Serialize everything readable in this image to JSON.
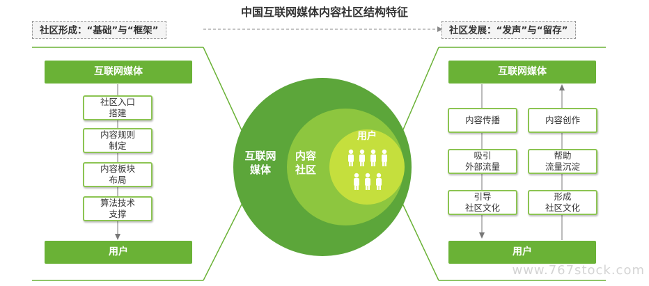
{
  "title": "中国互联网媒体内容社区结构特征",
  "left_header": "社区形成：“基础”与“框架”",
  "right_header": "社区发展：“发声”与“留存”",
  "left": {
    "top_label": "互联网媒体",
    "bottom_label": "用户",
    "steps": [
      {
        "line1": "社区入口",
        "line2": "搭建"
      },
      {
        "line1": "内容规则",
        "line2": "制定"
      },
      {
        "line1": "内容板块",
        "line2": "布局"
      },
      {
        "line1": "算法技术",
        "line2": "支撑"
      }
    ]
  },
  "center": {
    "outer_label": "互联网媒体",
    "middle_label": "内容社区",
    "inner_label": "用户",
    "colors": {
      "outer": "#5ca63a",
      "middle": "#8dc63f",
      "inner": "#c5df3d"
    }
  },
  "right": {
    "top_label": "互联网媒体",
    "bottom_label": "用户",
    "down_column": [
      {
        "line1": "内容传播",
        "line2": ""
      },
      {
        "line1": "吸引",
        "line2": "外部流量"
      },
      {
        "line1": "引导",
        "line2": "社区文化"
      }
    ],
    "up_column": [
      {
        "line1": "内容创作",
        "line2": ""
      },
      {
        "line1": "帮助",
        "line2": "流量沉淀"
      },
      {
        "line1": "形成",
        "line2": "社区文化"
      }
    ]
  },
  "watermark": "www.767stock.com"
}
